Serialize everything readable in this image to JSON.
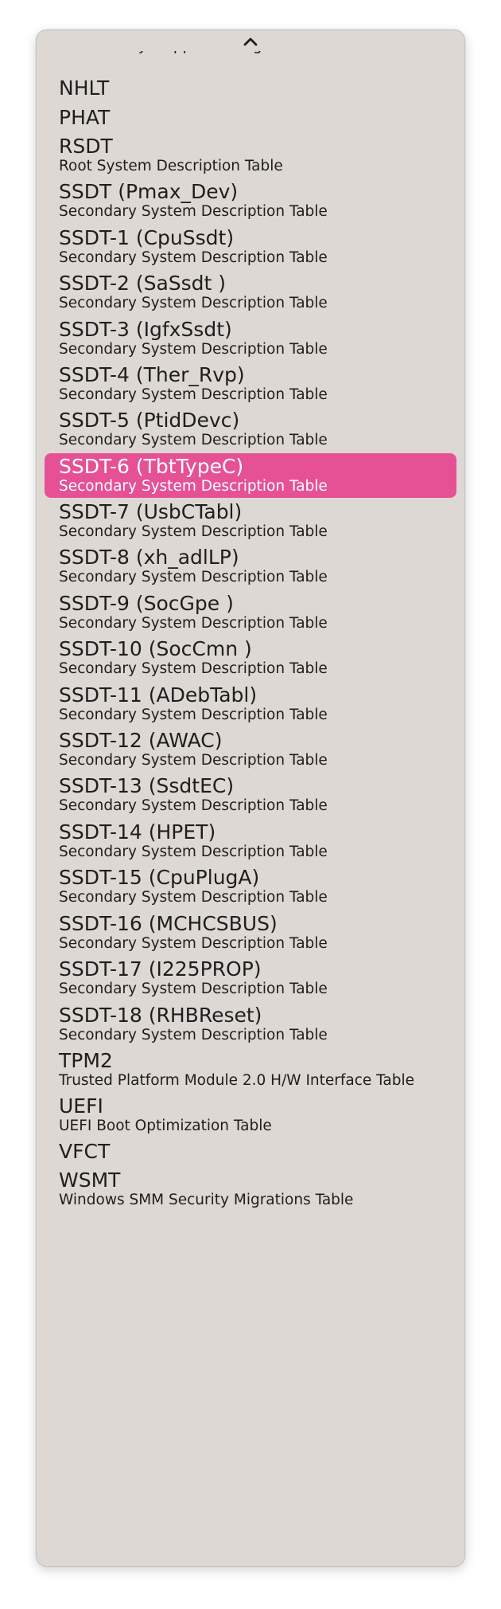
{
  "menu": {
    "scroll_up_icon": "chevron-up-icon",
    "selected_color": "#e65196",
    "items": [
      {
        "title": "MCFG",
        "desc": "PCI Memory Mapped Configuration Table"
      },
      {
        "title": "NHLT",
        "desc": ""
      },
      {
        "title": "PHAT",
        "desc": ""
      },
      {
        "title": "RSDT",
        "desc": "Root System Description Table"
      },
      {
        "title": "SSDT (Pmax_Dev)",
        "desc": "Secondary System Description Table"
      },
      {
        "title": "SSDT-1 (CpuSsdt)",
        "desc": "Secondary System Description Table"
      },
      {
        "title": "SSDT-2 (SaSsdt )",
        "desc": "Secondary System Description Table"
      },
      {
        "title": "SSDT-3 (IgfxSsdt)",
        "desc": "Secondary System Description Table"
      },
      {
        "title": "SSDT-4 (Ther_Rvp)",
        "desc": "Secondary System Description Table"
      },
      {
        "title": "SSDT-5 (PtidDevc)",
        "desc": "Secondary System Description Table"
      },
      {
        "title": "SSDT-6 (TbtTypeC)",
        "desc": "Secondary System Description Table",
        "selected": true
      },
      {
        "title": "SSDT-7 (UsbCTabl)",
        "desc": "Secondary System Description Table"
      },
      {
        "title": "SSDT-8 (xh_adlLP)",
        "desc": "Secondary System Description Table"
      },
      {
        "title": "SSDT-9 (SocGpe )",
        "desc": "Secondary System Description Table"
      },
      {
        "title": "SSDT-10 (SocCmn )",
        "desc": "Secondary System Description Table"
      },
      {
        "title": "SSDT-11 (ADebTabl)",
        "desc": "Secondary System Description Table"
      },
      {
        "title": "SSDT-12 (AWAC)",
        "desc": "Secondary System Description Table"
      },
      {
        "title": "SSDT-13 (SsdtEC)",
        "desc": "Secondary System Description Table"
      },
      {
        "title": "SSDT-14 (HPET)",
        "desc": "Secondary System Description Table"
      },
      {
        "title": "SSDT-15 (CpuPlugA)",
        "desc": "Secondary System Description Table"
      },
      {
        "title": "SSDT-16 (MCHCSBUS)",
        "desc": "Secondary System Description Table"
      },
      {
        "title": "SSDT-17 (I225PROP)",
        "desc": "Secondary System Description Table"
      },
      {
        "title": "SSDT-18 (RHBReset)",
        "desc": "Secondary System Description Table"
      },
      {
        "title": "TPM2",
        "desc": "Trusted Platform Module 2.0 H/W Interface Table"
      },
      {
        "title": "UEFI",
        "desc": "UEFI Boot Optimization Table"
      },
      {
        "title": "VFCT",
        "desc": ""
      },
      {
        "title": "WSMT",
        "desc": "Windows SMM Security Migrations Table"
      }
    ]
  }
}
